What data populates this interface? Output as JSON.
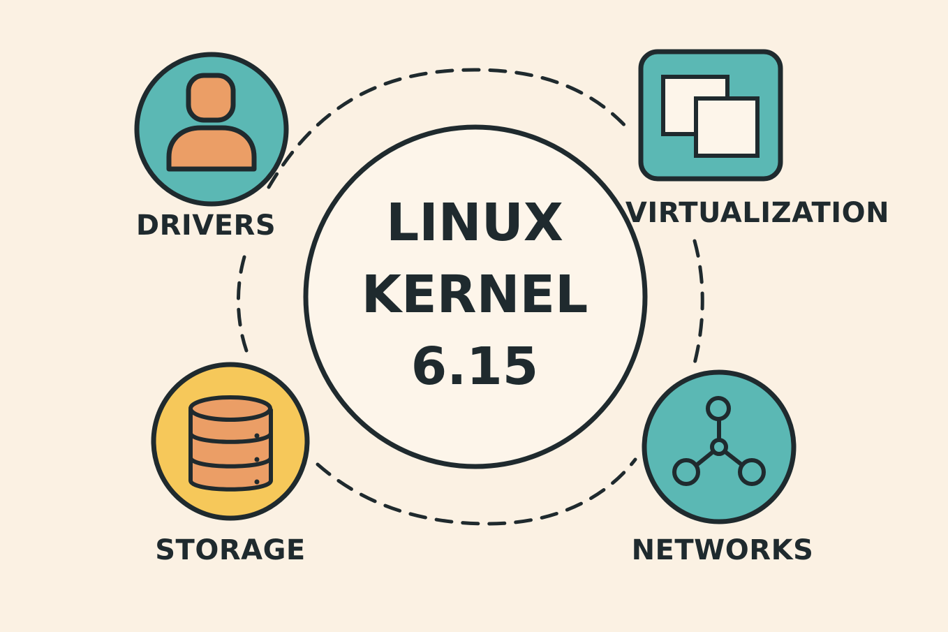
{
  "center": {
    "line1": "LINUX",
    "line2": "KERNEL",
    "line3": "6.15"
  },
  "nodes": {
    "drivers": {
      "label": "DRIVERS",
      "icon": "person-icon",
      "color": "#5bb8b4"
    },
    "virtualization": {
      "label": "VIRTUALIZATION",
      "icon": "windows-icon",
      "color": "#5bb8b4"
    },
    "storage": {
      "label": "STORAGE",
      "icon": "database-icon",
      "color": "#f6c85a"
    },
    "networks": {
      "label": "NETWORKS",
      "icon": "network-icon",
      "color": "#5bb8b4"
    }
  },
  "colors": {
    "background": "#fbf1e3",
    "outline": "#1f2a2e",
    "teal": "#5bb8b4",
    "orange": "#eb9e66",
    "yellow": "#f6c85a"
  }
}
